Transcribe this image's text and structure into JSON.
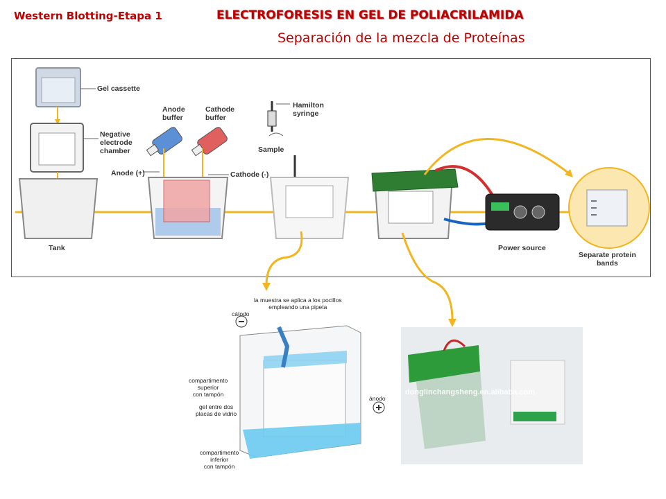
{
  "header": {
    "left_label": "Western Blotting-Etapa 1",
    "title": "ELECTROFORESIS EN GEL DE POLIACRILAMIDA",
    "subtitle": "Separación de la mezcla de Proteínas"
  },
  "top_diagram": {
    "gel_cassette": "Gel cassette",
    "negative_chamber": [
      "Negative",
      "electrode",
      "chamber"
    ],
    "anode_buffer": [
      "Anode",
      "buffer"
    ],
    "cathode_buffer": [
      "Cathode",
      "buffer"
    ],
    "hamilton": [
      "Hamilton",
      "syringe"
    ],
    "sample": "Sample",
    "anode_plus": "Anode (+)",
    "cathode_minus": "Cathode (-)",
    "tank": "Tank",
    "power_source": "Power source",
    "separate_bands": [
      "Separate protein",
      "bands"
    ]
  },
  "bottom_diagram": {
    "sample_note": [
      "la muestra se aplica a los pocillos",
      "empleando una pipeta"
    ],
    "catodo": "cátodo",
    "anodo": "ánodo",
    "upper_compartment": [
      "compartimento",
      "superior",
      "con tampón"
    ],
    "gel_plates": [
      "gel entre dos",
      "placas de vidrio"
    ],
    "lower_compartment": [
      "compartimento",
      "inferior",
      "con tampón"
    ]
  },
  "photo": {
    "watermark": "donglinchangsheng.en.alibaba.com"
  },
  "colors": {
    "title_red": "#c00000",
    "arrow_yellow": "#f2b51f",
    "buffer_blue": "#5b8fd6",
    "buffer_red": "#e06060",
    "lid_green": "#2e7d32"
  }
}
